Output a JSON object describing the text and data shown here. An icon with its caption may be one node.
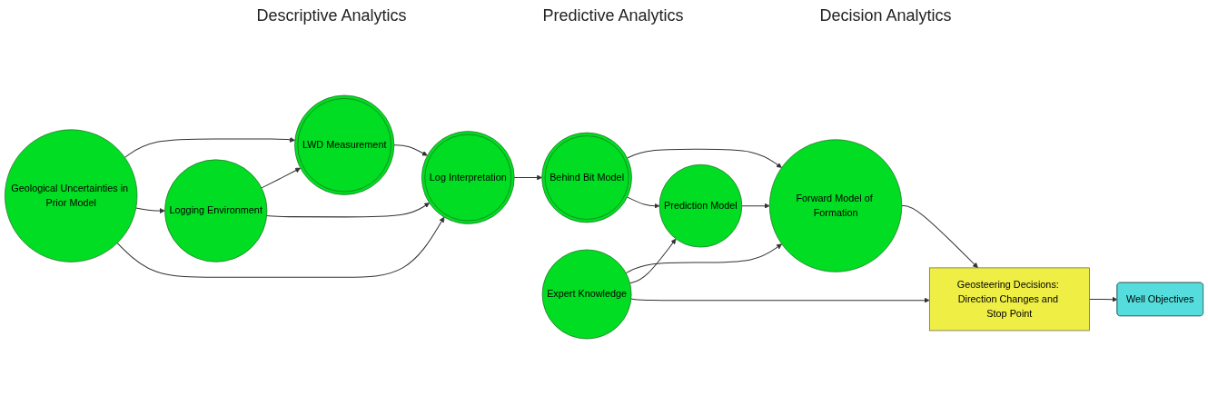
{
  "diagram": {
    "nodes": [
      {
        "text": [
          "Logging Environment"
        ]
      },
      {
        "text": [
          "LWD Measurement"
        ]
      },
      {
        "text": [
          "Geological Uncertainties in Prior Model"
        ]
      },
      {
        "text": [
          "Log Interpretation"
        ]
      },
      {
        "text": [
          "Behind Bit Model"
        ]
      },
      {
        "text": [
          "Expert Knowledge"
        ]
      },
      {
        "text": [
          "Forward Model of Formation"
        ]
      },
      {
        "text": [
          "Prediction Model"
        ]
      },
      {
        "text": [
          "Geosteering Decisions: Direction Changes and Stop Point"
        ]
      },
      {
        "text": [
          "Well Objectives"
        ]
      }
    ],
    "edges": [
      {
        "from": 0,
        "to": 1,
        "arrow": "to"
      },
      {
        "from": 2,
        "to": 1,
        "arrow": "to"
      },
      {
        "from": 2,
        "to": 0,
        "arrow": "to"
      },
      {
        "from": 0,
        "to": 3,
        "arrow": "to"
      },
      {
        "from": 1,
        "to": 3,
        "arrow": "to"
      },
      {
        "from": 2,
        "to": 3,
        "arrow": "to"
      },
      {
        "from": 3,
        "to": 4,
        "arrow": "to"
      },
      {
        "from": 4,
        "to": 6,
        "arrow": "to"
      },
      {
        "from": 4,
        "to": 7,
        "arrow": "to"
      },
      {
        "from": 5,
        "to": 6,
        "arrow": "to"
      },
      {
        "from": 7,
        "to": 6,
        "arrow": "to"
      },
      {
        "from": 5,
        "to": 7,
        "arrow": "to"
      },
      {
        "from": 5,
        "to": 8,
        "arrow": "to"
      },
      {
        "from": 6,
        "to": 8,
        "arrow": "to"
      },
      {
        "from": 8,
        "to": 9,
        "arrow": "to"
      }
    ],
    "labels": [
      "Descriptive Analytics",
      "Predictive Analytics",
      "Decision Analytics"
    ]
  }
}
